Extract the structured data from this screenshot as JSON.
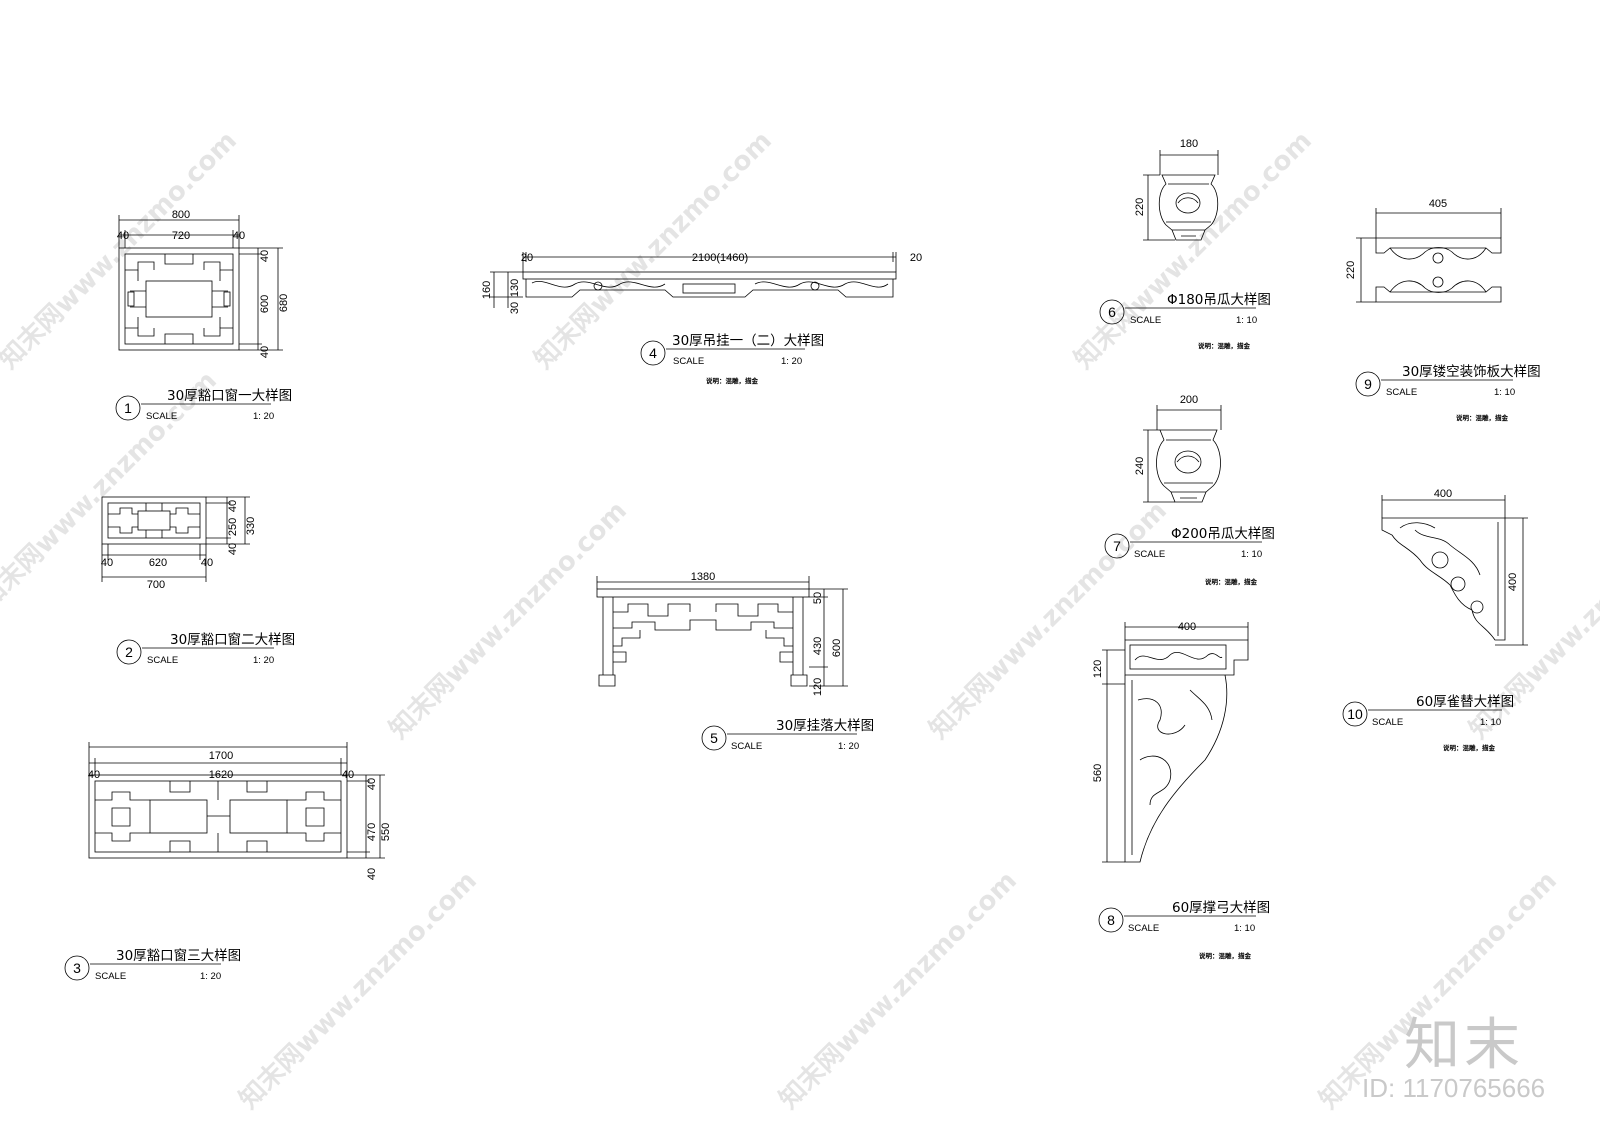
{
  "watermark": {
    "text": "知末网www.znzmo.com",
    "logo": "知末",
    "id": "ID: 1170765666"
  },
  "scale_label": "SCALE",
  "details": [
    {
      "num": "1",
      "title": "30厚豁口窗一大样图",
      "scale": "1: 20",
      "dims": {
        "top": "800",
        "s1": "40",
        "mid": "720",
        "s2": "40",
        "r1": "40",
        "rmid": "600",
        "r2": "40",
        "rall": "680"
      }
    },
    {
      "num": "2",
      "title": "30厚豁口窗二大样图",
      "scale": "1: 20",
      "dims": {
        "b1": "40",
        "bmid": "620",
        "b2": "40",
        "ball": "700",
        "r1": "40",
        "rmid": "250",
        "r2": "40",
        "rall": "330"
      }
    },
    {
      "num": "3",
      "title": "30厚豁口窗三大样图",
      "scale": "1: 20",
      "dims": {
        "top": "1700",
        "s1": "40",
        "mid": "1620",
        "s2": "40",
        "r1": "40",
        "rmid": "470",
        "r2": "40",
        "rall": "550"
      }
    },
    {
      "num": "4",
      "title": "30厚吊挂一（二）大样图",
      "scale": "1: 20",
      "note": "说明：混雕，描金",
      "dims": {
        "l": "20",
        "mid": "2100(1460)",
        "r": "20",
        "v1": "160",
        "v2": "130",
        "v3": "30"
      }
    },
    {
      "num": "5",
      "title": "30厚挂落大样图",
      "scale": "1: 20",
      "dims": {
        "top": "1380",
        "r1": "50",
        "rmid": "430",
        "r2": "120",
        "rall": "600"
      }
    },
    {
      "num": "6",
      "title": "Φ180吊瓜大样图",
      "scale": "1: 10",
      "note": "说明：混雕，描金",
      "dims": {
        "w": "180",
        "h": "220"
      }
    },
    {
      "num": "7",
      "title": "Φ200吊瓜大样图",
      "scale": "1: 10",
      "note": "说明：混雕，描金",
      "dims": {
        "w": "200",
        "h": "240"
      }
    },
    {
      "num": "8",
      "title": "60厚撑弓大样图",
      "scale": "1: 10",
      "note": "说明：混雕，描金",
      "dims": {
        "w": "400",
        "h1": "120",
        "h2": "560"
      }
    },
    {
      "num": "9",
      "title": "30厚镂空装饰板大样图",
      "scale": "1: 10",
      "note": "说明：混雕，描金",
      "dims": {
        "w": "405",
        "h": "220"
      }
    },
    {
      "num": "10",
      "title": "60厚雀替大样图",
      "scale": "1: 10",
      "note": "说明：混雕，描金",
      "dims": {
        "w": "400",
        "h": "400"
      }
    }
  ]
}
